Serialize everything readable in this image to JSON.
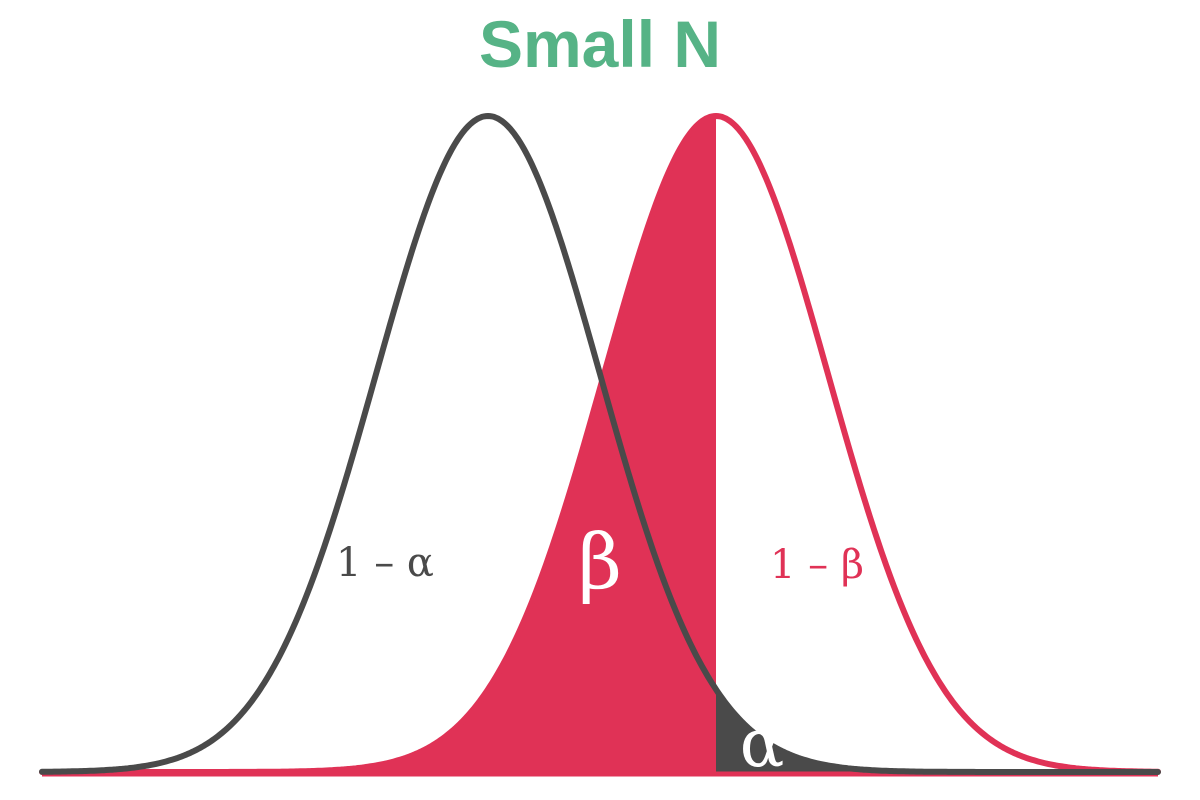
{
  "title": "Small N",
  "labels": {
    "one_minus_alpha": "1 – α",
    "beta": "β",
    "one_minus_beta": "1 – β",
    "alpha": "α"
  },
  "colors": {
    "title": "#56b386",
    "null_curve": "#4a4a4a",
    "alt_curve": "#e03256",
    "beta_fill": "#e03256",
    "alpha_fill": "#4a4a4a",
    "background": "#ffffff",
    "label_light": "#ffffff"
  }
}
